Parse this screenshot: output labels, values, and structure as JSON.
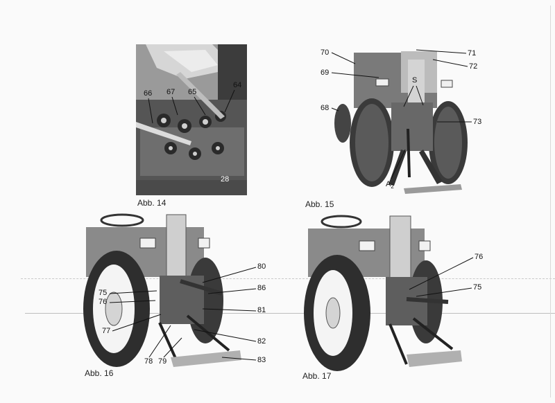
{
  "figures": [
    {
      "caption": "Abb. 14",
      "callouts": [
        "64",
        "65",
        "66",
        "67",
        "28"
      ]
    },
    {
      "caption": "Abb. 15",
      "callouts": [
        "70",
        "71",
        "72",
        "69",
        "S",
        "68",
        "73",
        "A",
        "2"
      ]
    },
    {
      "caption": "Abb. 16",
      "callouts": [
        "80",
        "86",
        "75",
        "76",
        "81",
        "77",
        "82",
        "78",
        "79",
        "83"
      ]
    },
    {
      "caption": "Abb. 17",
      "callouts": [
        "76",
        "75"
      ]
    }
  ]
}
